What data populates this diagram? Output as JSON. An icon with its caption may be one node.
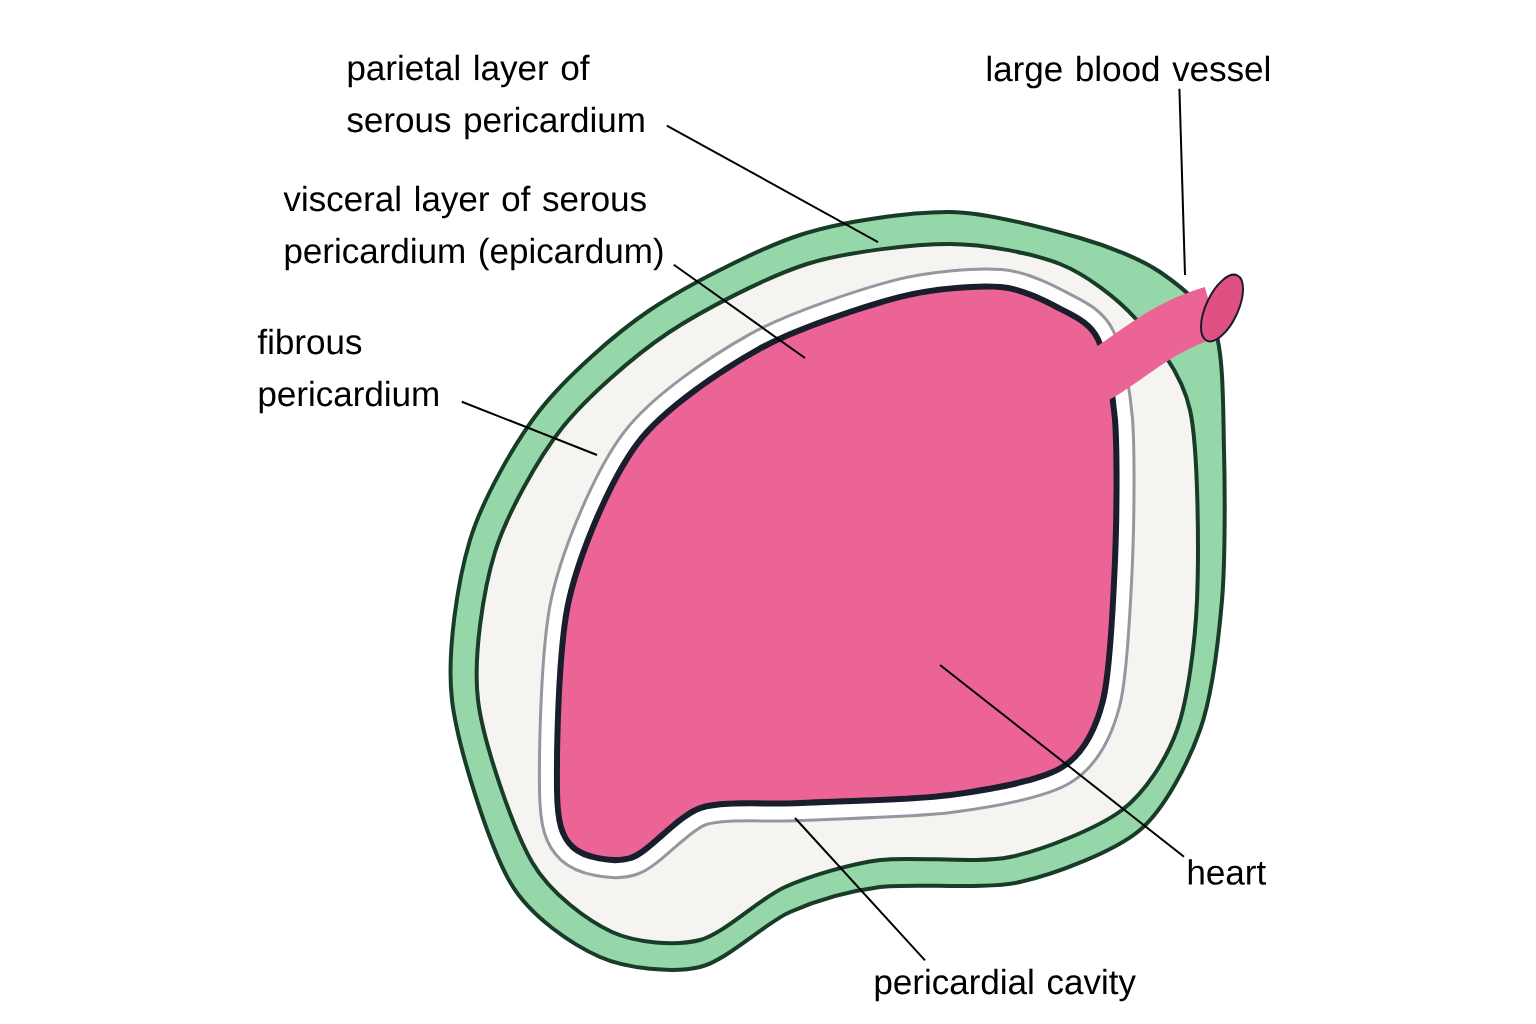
{
  "diagram": {
    "nodes": [
      {
        "text": [
          "parietal layer of serous pericardium"
        ]
      },
      {
        "text": [
          "visceral layer of serous pericardium (epicardum)"
        ]
      },
      {
        "text": [
          "fibrous pericardium"
        ]
      },
      {
        "text": [
          "large blood vessel"
        ]
      },
      {
        "text": [
          "heart"
        ]
      },
      {
        "text": [
          "pericardial cavity"
        ]
      }
    ],
    "edges": [
      {
        "from": 0,
        "to": null,
        "arrow": "none"
      },
      {
        "from": 1,
        "to": null,
        "arrow": "none"
      },
      {
        "from": 2,
        "to": null,
        "arrow": "none"
      },
      {
        "from": 3,
        "to": null,
        "arrow": "none"
      },
      {
        "from": 4,
        "to": null,
        "arrow": "none"
      },
      {
        "from": 5,
        "to": null,
        "arrow": "none"
      }
    ]
  }
}
